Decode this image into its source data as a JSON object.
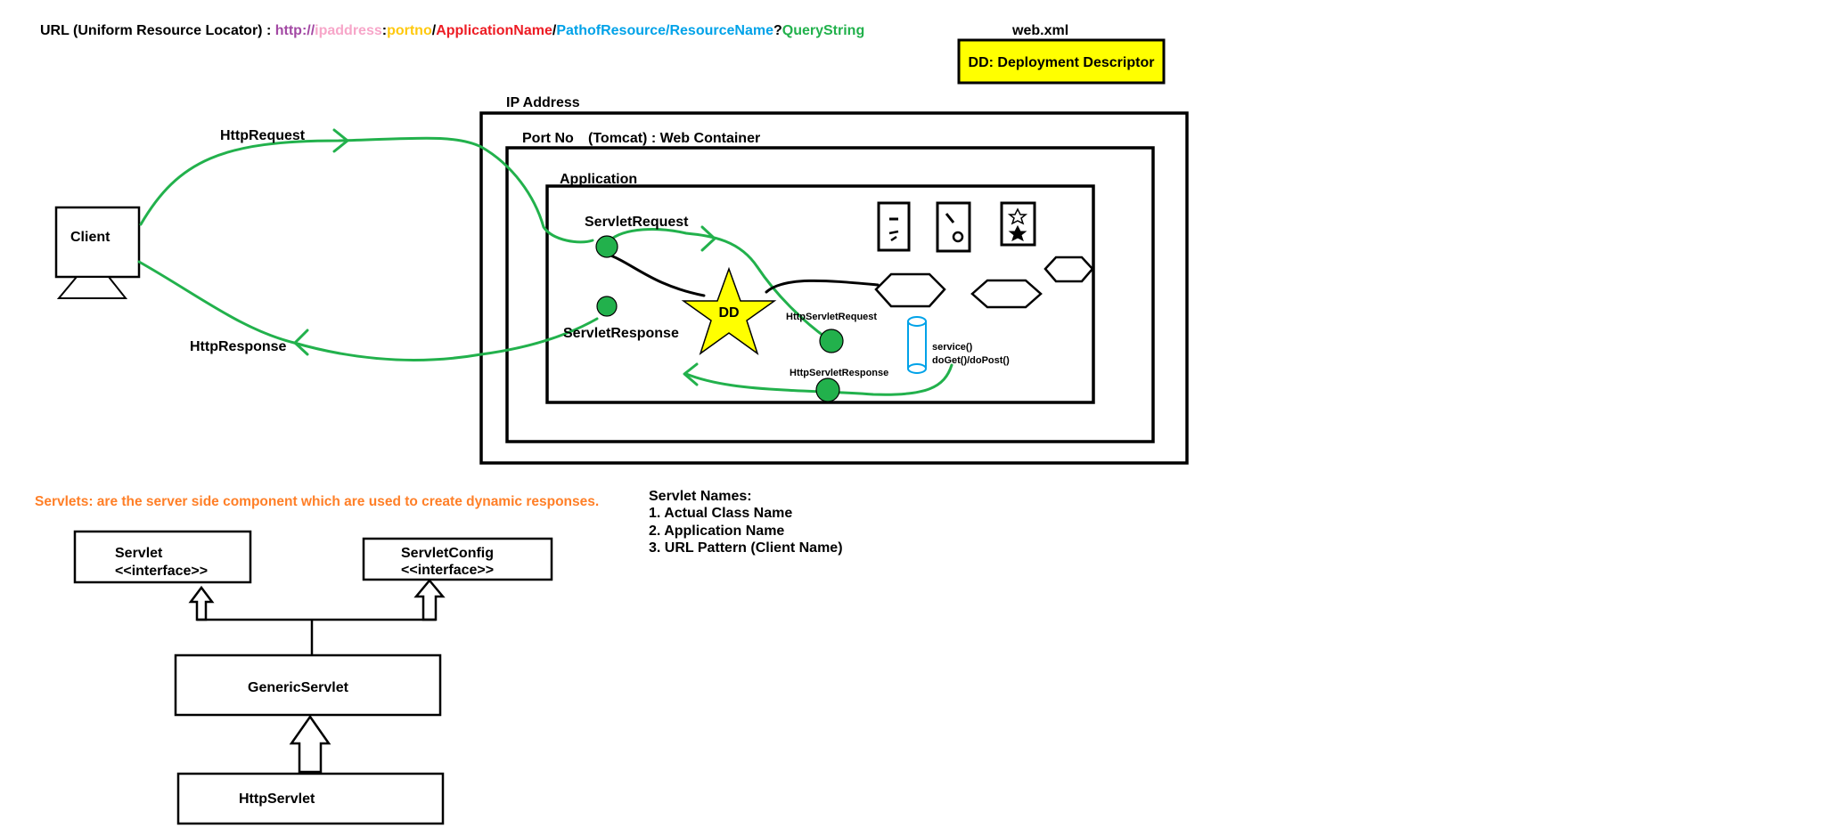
{
  "url_line": {
    "prefix": "URL (Uniform Resource Locator) : ",
    "parts": [
      {
        "text": "http://",
        "color": "#a349a4"
      },
      {
        "text": "ipaddress",
        "color": "#f7a6c9"
      },
      {
        "text": ":",
        "color": "#000000"
      },
      {
        "text": "portno",
        "color": "#ffc90e"
      },
      {
        "text": "/",
        "color": "#000000"
      },
      {
        "text": "ApplicationName",
        "color": "#ed1c24"
      },
      {
        "text": "/",
        "color": "#000000"
      },
      {
        "text": "PathofResource/ResourceName",
        "color": "#00a2e8"
      },
      {
        "text": "?",
        "color": "#000000"
      },
      {
        "text": "QueryString",
        "color": "#22b14c"
      }
    ]
  },
  "webxml": {
    "title": "web.xml",
    "dd_label": "DD: Deployment Descriptor",
    "dd_fill": "#ffff00"
  },
  "server": {
    "ip_label": "IP Address",
    "port_label": "Port No",
    "container_label": "(Tomcat) : Web Container",
    "app_label": "Application"
  },
  "flow": {
    "client": "Client",
    "http_request": "HttpRequest",
    "http_response": "HttpResponse",
    "servlet_request": "ServletRequest",
    "servlet_response": "ServletResponse",
    "http_servlet_request": "HttpServletRequest",
    "http_servlet_response": "HttpServletResponse",
    "dd": "DD",
    "methods": [
      "service()",
      "doGet()/doPost()"
    ],
    "line_color": "#22b14c",
    "node_color": "#22b14c",
    "star_color": "#ffff00",
    "cylinder_color": "#00a2e8"
  },
  "servlets_note": {
    "text": "Servlets: are the server side component which are used to create dynamic responses.",
    "color": "#ff7f27"
  },
  "servlet_names": {
    "title": "Servlet Names:",
    "items": [
      "1. Actual Class Name",
      "2. Application Name",
      "3. URL Pattern (Client Name)"
    ]
  },
  "hierarchy": {
    "servlet": {
      "name": "Servlet",
      "stereotype": "<<interface>>"
    },
    "servlet_config": {
      "name": "ServletConfig",
      "stereotype": "<<interface>>"
    },
    "generic_servlet": "GenericServlet",
    "http_servlet": "HttpServlet"
  }
}
